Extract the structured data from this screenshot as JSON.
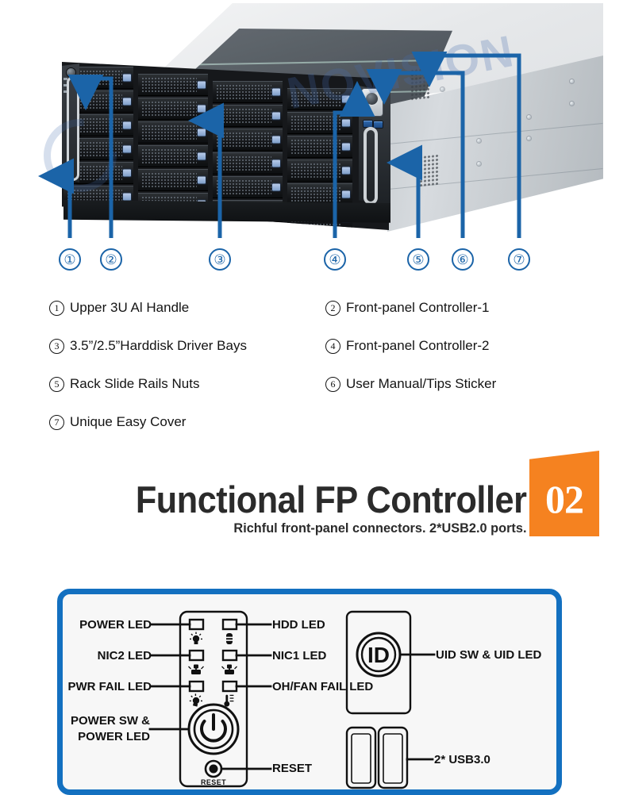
{
  "colors": {
    "callout_blue": "#1b64a8",
    "panel_border_blue": "#1370c0",
    "badge_orange": "#F58220",
    "text_dark": "#2b2b2b"
  },
  "photo": {
    "alt_name": "4U rackmount storage server front three-quarter view",
    "watermark": "NOVISION",
    "callout_numbers": [
      "①",
      "②",
      "③",
      "④",
      "⑤",
      "⑥",
      "⑦"
    ]
  },
  "legend": {
    "items": [
      {
        "num": "①",
        "marker": "1",
        "label": "Upper 3U Al Handle"
      },
      {
        "num": "②",
        "marker": "2",
        "label": "Front-panel Controller-1"
      },
      {
        "num": "③",
        "marker": "3",
        "label": "3.5”/2.5”Harddisk Driver Bays"
      },
      {
        "num": "④",
        "marker": "4",
        "label": "Front-panel Controller-2"
      },
      {
        "num": "⑤",
        "marker": "5",
        "label": "Rack Slide Rails Nuts"
      },
      {
        "num": "⑥",
        "marker": "6",
        "label": "User Manual/Tips Sticker"
      },
      {
        "num": "⑦",
        "marker": "7",
        "label": "Unique Easy Cover"
      }
    ]
  },
  "banner": {
    "title": "Functional FP Controller",
    "subtitle": "Richful front-panel connectors. 2*USB2.0 ports.",
    "badge_number": "02"
  },
  "front_panel": {
    "left_labels": [
      {
        "id": "power-led",
        "text": "POWER LED"
      },
      {
        "id": "nic2-led",
        "text": "NIC2 LED"
      },
      {
        "id": "pwr-fail-led",
        "text": "PWR FAIL LED"
      }
    ],
    "right_labels": [
      {
        "id": "hdd-led",
        "text": "HDD LED"
      },
      {
        "id": "nic1-led",
        "text": "NIC1 LED"
      },
      {
        "id": "oh-fan-fail-led",
        "text": "OH/FAN FAIL LED"
      }
    ],
    "power_switch_label_line1": "POWER SW &",
    "power_switch_label_line2": "POWER LED",
    "reset_label": "RESET",
    "reset_button_caption": "RESET",
    "uid_label": "UID SW & UID LED",
    "uid_glyph": "ID",
    "usb_label": "2* USB3.0",
    "led_icons": [
      {
        "id": "bulb-icon",
        "for": "POWER LED"
      },
      {
        "id": "hdd-icon",
        "for": "HDD LED"
      },
      {
        "id": "network-icon",
        "for": "NIC2 LED"
      },
      {
        "id": "network-icon",
        "for": "NIC1 LED"
      },
      {
        "id": "bulb-fail-icon",
        "for": "PWR FAIL LED"
      },
      {
        "id": "thermometer-fan-icon",
        "for": "OH/FAN FAIL LED"
      }
    ]
  }
}
